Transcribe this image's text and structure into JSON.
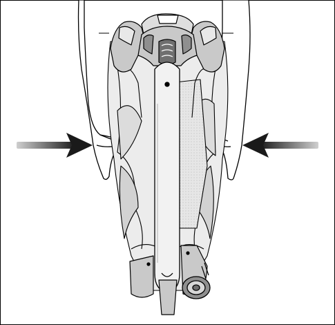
{
  "illustration": {
    "subject": "folded-playard",
    "instruction": "press-both-sides-inward",
    "colors": {
      "frame": "#f2f2f2",
      "fabric_light": "#ececec",
      "fabric_mid": "#dcdcdc",
      "fabric_dark": "#bdbdbd",
      "plastic": "#c9c9c9",
      "plastic_dark": "#8f8f8f",
      "outline": "#000000",
      "arrow": "#1a1a1a",
      "arrow_fade": "#bbbbbb"
    },
    "arrows": [
      {
        "side": "left",
        "direction": "right"
      },
      {
        "side": "right",
        "direction": "left"
      }
    ]
  }
}
